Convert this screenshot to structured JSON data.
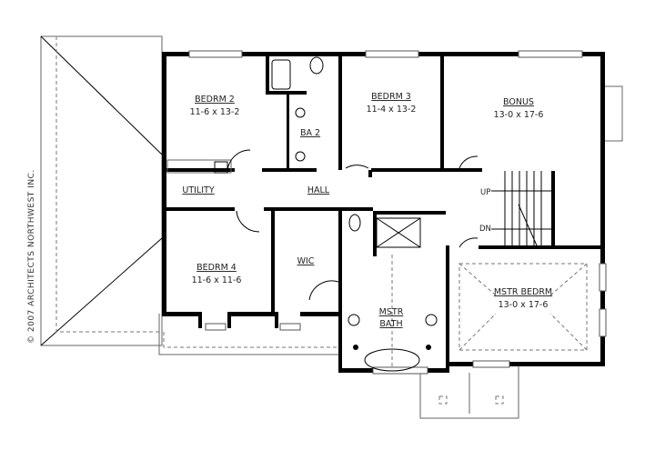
{
  "rooms": {
    "bedrm2": {
      "name": "BEDRM 2",
      "size": "11-6 x 13-2"
    },
    "ba2": {
      "name": "BA 2"
    },
    "bedrm3": {
      "name": "BEDRM 3",
      "size": "11-4 x 13-2"
    },
    "bonus": {
      "name": "BONUS",
      "size": "13-0 x 17-6"
    },
    "utility": {
      "name": "UTILITY"
    },
    "hall": {
      "name": "HALL"
    },
    "bedrm4": {
      "name": "BEDRM 4",
      "size": "11-6 x 11-6"
    },
    "wic": {
      "name": "WIC"
    },
    "mstr_bath": {
      "name_line1": "MSTR",
      "name_line2": "BATH"
    },
    "mstr_bedrm": {
      "name": "MSTR BEDRM",
      "size": "13-0 x 17-6"
    }
  },
  "stairs": {
    "up": "UP",
    "dn": "DN"
  },
  "copyright": "© 2007 ARCHITECTS NORTHWEST INC."
}
